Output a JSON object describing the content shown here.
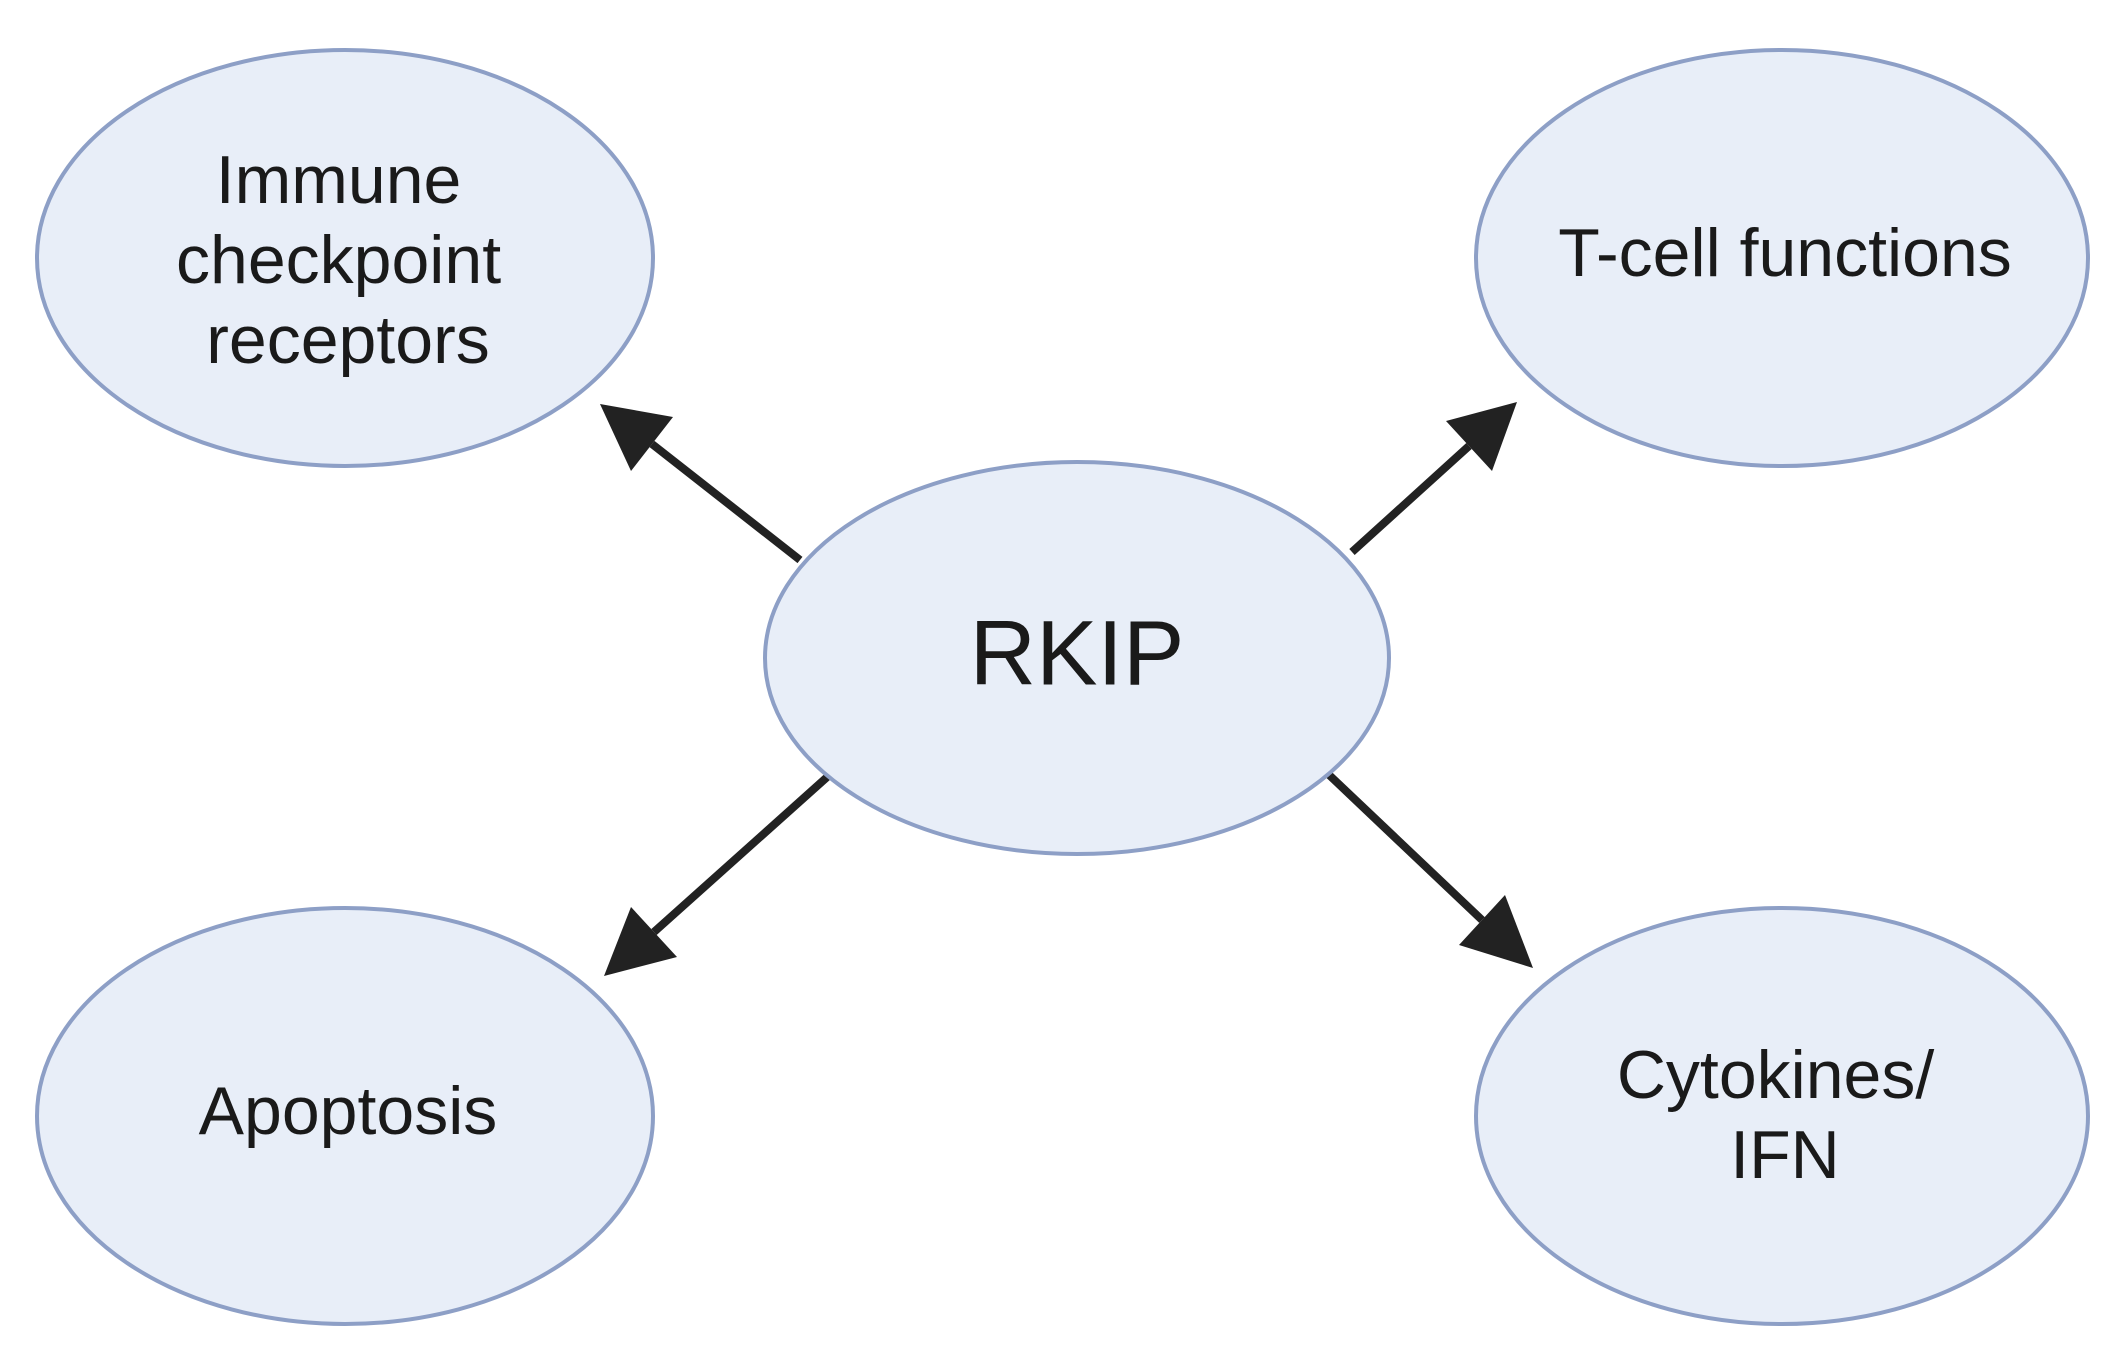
{
  "nodes": {
    "center": {
      "label": "RKIP"
    },
    "top_left": {
      "lines": [
        "Immune",
        "checkpoint",
        "receptors"
      ]
    },
    "top_right": {
      "lines": [
        "T-cell functions"
      ]
    },
    "bottom_left": {
      "lines": [
        "Apoptosis"
      ]
    },
    "bottom_right": {
      "lines": [
        "Cytokines/",
        "IFN"
      ]
    }
  },
  "edges": [
    {
      "from": "RKIP",
      "to": "Immune checkpoint receptors"
    },
    {
      "from": "RKIP",
      "to": "T-cell functions"
    },
    {
      "from": "RKIP",
      "to": "Apoptosis"
    },
    {
      "from": "RKIP",
      "to": "Cytokines/IFN"
    }
  ],
  "colors": {
    "node_fill": "#e8eef8",
    "node_stroke": "#8d9fc6",
    "arrow": "#222222",
    "text": "#1a1a1a"
  }
}
